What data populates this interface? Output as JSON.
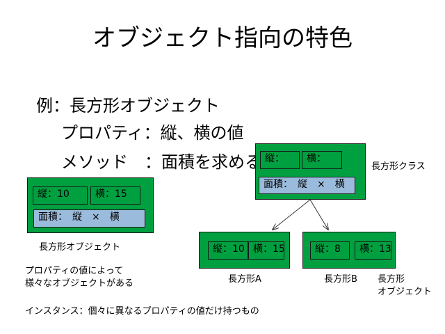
{
  "title": "オブジェクト指向の特色",
  "example": {
    "line1": "例：長方形オブジェクト",
    "line2": "プロパティ：縦、横の値",
    "line3": "メソッド　：面積を求める"
  },
  "class_box": {
    "tate": "縦：",
    "yoko": "横：",
    "method": "面積：　縦　×　横",
    "label": "長方形クラス"
  },
  "object_box": {
    "tate": "縦：10",
    "yoko": "横：15",
    "method": "面積：　縦　×　横",
    "label": "長方形オブジェクト"
  },
  "instance_a": {
    "tate": "縦：10",
    "yoko": "横：15",
    "label": "長方形A"
  },
  "instance_b": {
    "tate": "縦：8",
    "yoko": "横：13",
    "label": "長方形B"
  },
  "instances_label": [
    "長方形",
    "オブジェクト"
  ],
  "note": [
    "プロパティの値によって",
    "様々なオブジェクトがある"
  ],
  "instance_definition": "インスタンス：個々に異なるプロパティの値だけ持つもの"
}
